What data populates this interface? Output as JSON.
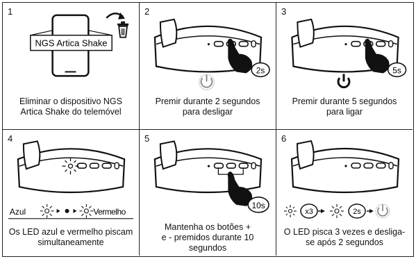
{
  "steps": [
    {
      "number": "1",
      "device_label": "NGS Artica Shake",
      "caption_line1": "Eliminar o dispositivo NGS",
      "caption_line2": "Artica Shake do telemóvel"
    },
    {
      "number": "2",
      "timer": "2s",
      "caption_line1": "Premir durante 2 segundos",
      "caption_line2": "para desligar"
    },
    {
      "number": "3",
      "timer": "5s",
      "caption_line1": "Premir durante 5 segundos",
      "caption_line2": "para ligar"
    },
    {
      "number": "4",
      "led_left_label": "Azul",
      "led_right_label": "Vermelho",
      "caption_line1": "Os LED azul e vermelho piscam",
      "caption_line2": "simultaneamente"
    },
    {
      "number": "5",
      "timer": "10s",
      "caption_line1": "Mantenha os botões +",
      "caption_line2": "e - premidos durante 10",
      "caption_line3": "segundos"
    },
    {
      "number": "6",
      "blink_count": "x3",
      "timer": "2s",
      "caption_line1": "O LED pisca 3 vezes e desliga-",
      "caption_line2": "se após 2 segundos"
    }
  ],
  "icons": [
    "phone-icon",
    "trash-icon",
    "curved-arrow-icon",
    "power-icon",
    "hand-press-icon",
    "led-burst-icon"
  ]
}
